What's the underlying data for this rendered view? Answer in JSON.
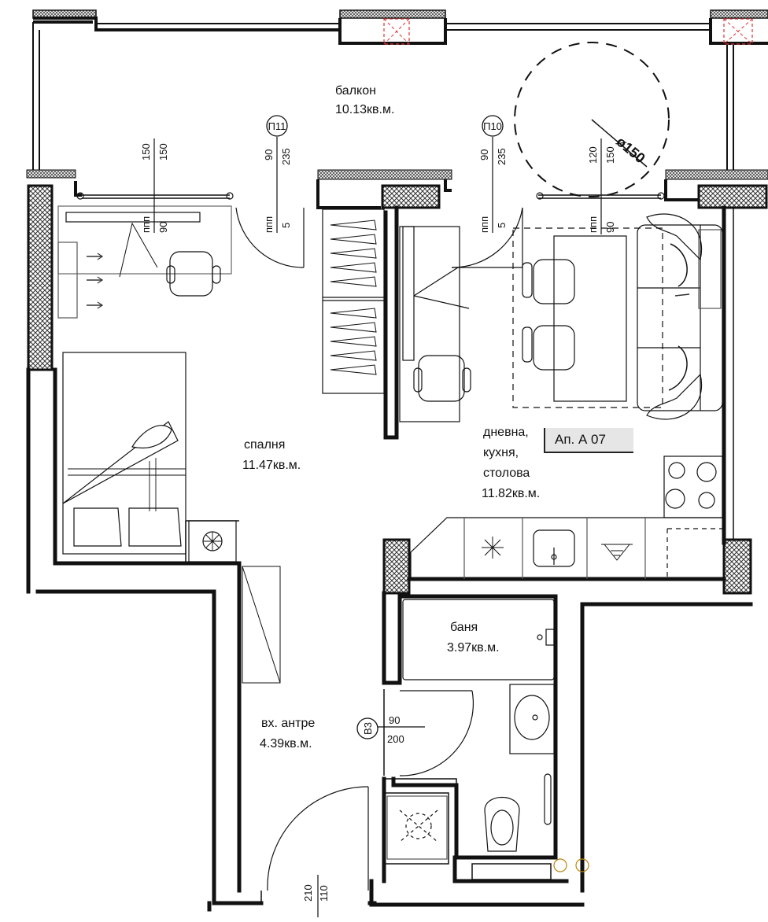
{
  "apartment_label": "Ап. А 07",
  "rooms": {
    "balcony": {
      "name": "балкон",
      "area": "10.13кв.м."
    },
    "bedroom": {
      "name": "спалня",
      "area": "11.47кв.м."
    },
    "living": {
      "name_lines": [
        "дневна,",
        "кухня,",
        "столова"
      ],
      "area": "11.82кв.м."
    },
    "bathroom": {
      "name": "баня",
      "area": "3.97кв.м."
    },
    "entrance": {
      "name": "вх. антре",
      "area": "4.39кв.м."
    }
  },
  "tags": {
    "p11": "П11",
    "p10": "П10",
    "b3": "В3",
    "turning_circle": "ø150"
  },
  "dimensions": {
    "bedroom_window": {
      "a": "150",
      "b": "150",
      "c": "ппп",
      "d": "90"
    },
    "bedroom_door": {
      "a": "90",
      "b": "235",
      "c": "ппп",
      "d": "5"
    },
    "living_door": {
      "a": "90",
      "b": "235",
      "c": "ппп",
      "d": "5"
    },
    "living_window": {
      "a": "120",
      "b": "150",
      "c": "ппп",
      "d": "90"
    },
    "entry_inner": {
      "a": "90",
      "b": "200"
    },
    "entry_main": {
      "a": "210",
      "b": "110"
    }
  }
}
